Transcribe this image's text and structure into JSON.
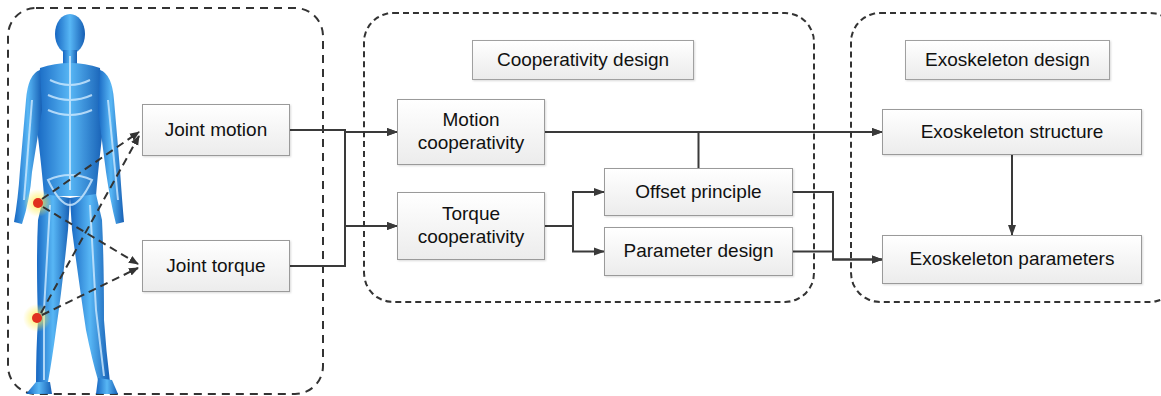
{
  "diagram": {
    "nodes": [
      {
        "text": [
          "Joint motion"
        ]
      },
      {
        "text": [
          "Joint torque"
        ]
      },
      {
        "text": [
          "Cooperativity design"
        ]
      },
      {
        "text": [
          "Motion cooperativity"
        ],
        "in": 2
      },
      {
        "text": [
          "Torque cooperativity"
        ],
        "in": 2
      },
      {
        "text": [
          "Offset principle"
        ],
        "in": 2
      },
      {
        "text": [
          "Parameter design"
        ],
        "in": 2
      },
      {
        "text": [
          "Exoskeleton design"
        ]
      },
      {
        "text": [
          "Exoskeleton structure"
        ],
        "in": 7
      },
      {
        "text": [
          "Exoskeleton parameters"
        ],
        "in": 7
      }
    ],
    "edges": [
      {
        "from": 0,
        "to": 3,
        "arrow": "to"
      },
      {
        "from": 0,
        "to": 4,
        "arrow": "to"
      },
      {
        "from": 1,
        "to": 3,
        "arrow": "to"
      },
      {
        "from": 1,
        "to": 4,
        "arrow": "to"
      },
      {
        "from": 4,
        "to": 5,
        "arrow": "to"
      },
      {
        "from": 4,
        "to": 6,
        "arrow": "to"
      },
      {
        "from": 3,
        "to": 8,
        "arrow": "to"
      },
      {
        "from": 5,
        "to": 8,
        "arrow": "to"
      },
      {
        "from": 5,
        "to": 9,
        "arrow": "to"
      },
      {
        "from": 6,
        "to": 9,
        "arrow": "to"
      },
      {
        "from": 8,
        "to": 9,
        "arrow": "to"
      }
    ]
  }
}
